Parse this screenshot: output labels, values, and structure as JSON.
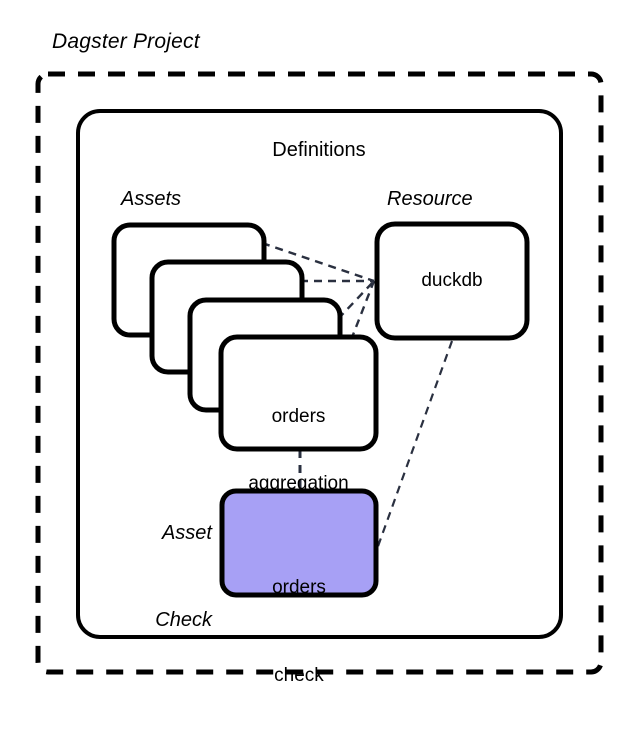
{
  "diagram": {
    "type": "nested-block-diagram",
    "title": "Dagster Project",
    "outer_container": {
      "name": "Dagster Project",
      "border_style": "dashed",
      "border_color": "#000000"
    },
    "inner_container": {
      "name": "Definitions",
      "label": "Definitions",
      "border_style": "solid",
      "border_color": "#000000"
    },
    "groups": [
      {
        "id": "assets",
        "label": "Assets",
        "style": "italic"
      },
      {
        "id": "resource",
        "label": "Resource",
        "style": "italic"
      },
      {
        "id": "asset_check",
        "label_line1": "Asset",
        "label_line2": "Check",
        "style": "italic"
      }
    ],
    "nodes": [
      {
        "id": "asset-card-1",
        "label": "",
        "group": "assets",
        "fill": "#ffffff",
        "stroke": "#000000"
      },
      {
        "id": "asset-card-2",
        "label": "",
        "group": "assets",
        "fill": "#ffffff",
        "stroke": "#000000"
      },
      {
        "id": "asset-card-3",
        "label": "",
        "group": "assets",
        "fill": "#ffffff",
        "stroke": "#000000"
      },
      {
        "id": "asset-card-4",
        "label_line1": "orders",
        "label_line2": "aggregation",
        "group": "assets",
        "fill": "#ffffff",
        "stroke": "#000000"
      },
      {
        "id": "resource-duckdb",
        "label": "duckdb",
        "group": "resource",
        "fill": "#ffffff",
        "stroke": "#000000"
      },
      {
        "id": "asset-check-orders",
        "label_line1": "orders",
        "label_line2": "check",
        "group": "asset_check",
        "fill": "#a7a0f5",
        "stroke": "#000000"
      }
    ],
    "connections": [
      {
        "from": "asset-card-1",
        "to": "resource-duckdb",
        "style": "dashed",
        "color": "#2a3040"
      },
      {
        "from": "asset-card-2",
        "to": "resource-duckdb",
        "style": "dashed",
        "color": "#2a3040"
      },
      {
        "from": "asset-card-3",
        "to": "resource-duckdb",
        "style": "dashed",
        "color": "#2a3040"
      },
      {
        "from": "asset-card-4",
        "to": "resource-duckdb",
        "style": "dashed",
        "color": "#2a3040"
      },
      {
        "from": "asset-card-4",
        "to": "asset-check-orders",
        "style": "dashed",
        "color": "#2a3040"
      },
      {
        "from": "resource-duckdb",
        "to": "asset-check-orders",
        "style": "dashed",
        "color": "#2a3040"
      }
    ],
    "colors": {
      "background": "#ffffff",
      "stroke": "#000000",
      "text": "#000000",
      "check_fill": "#a7a0f5",
      "connector": "#2a3040"
    }
  }
}
